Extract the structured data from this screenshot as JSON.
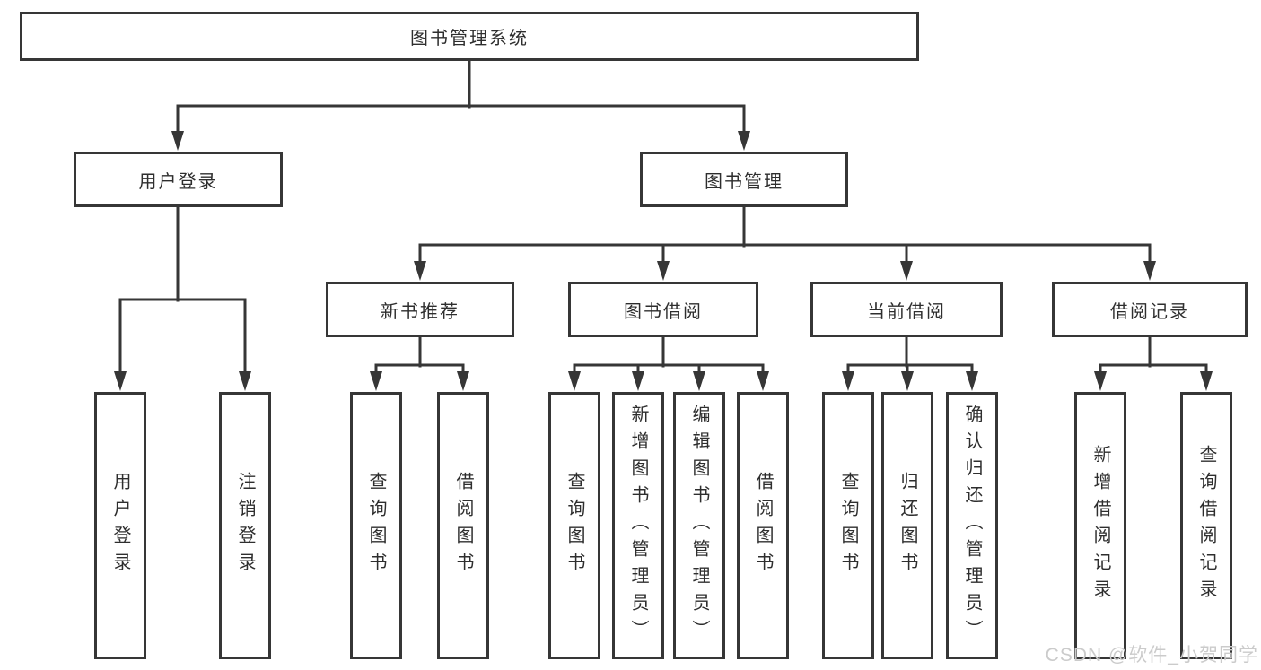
{
  "diagram_type": "hierarchy-tree",
  "nodes": {
    "root": {
      "label": "图书管理系统"
    },
    "user_login": {
      "label": "用户登录"
    },
    "book_mgmt": {
      "label": "图书管理"
    },
    "new_book_rec": {
      "label": "新书推荐"
    },
    "book_borrow": {
      "label": "图书借阅"
    },
    "current_borrow": {
      "label": "当前借阅"
    },
    "borrow_records": {
      "label": "借阅记录"
    },
    "leaf_a1_user_login": {
      "label": "用户登录"
    },
    "leaf_a2_logout": {
      "label": "注销登录"
    },
    "leaf_b1_query_books": {
      "label": "查询图书"
    },
    "leaf_b2_borrow_books": {
      "label": "借阅图书"
    },
    "leaf_c1_query_books": {
      "label": "查询图书"
    },
    "leaf_c2_add_books_admin": {
      "label": "新增图书（管理员）"
    },
    "leaf_c3_edit_books_admin": {
      "label": "编辑图书（管理员）"
    },
    "leaf_c4_borrow_books": {
      "label": "借阅图书"
    },
    "leaf_d1_query_books": {
      "label": "查询图书"
    },
    "leaf_d2_return_books": {
      "label": "归还图书"
    },
    "leaf_d3_confirm_return_admin": {
      "label": "确认归还（管理员）"
    },
    "leaf_e1_add_borrow_record": {
      "label": "新增借阅记录"
    },
    "leaf_e2_query_borrow_record": {
      "label": "查询借阅记录"
    }
  },
  "hierarchy": {
    "图书管理系统": {
      "用户登录": [
        "用户登录",
        "注销登录"
      ],
      "图书管理": {
        "新书推荐": [
          "查询图书",
          "借阅图书"
        ],
        "图书借阅": [
          "查询图书",
          "新增图书（管理员）",
          "编辑图书（管理员）",
          "借阅图书"
        ],
        "当前借阅": [
          "查询图书",
          "归还图书",
          "确认归还（管理员）"
        ],
        "借阅记录": [
          "新增借阅记录",
          "查询借阅记录"
        ]
      }
    }
  },
  "watermark": {
    "text": "CSDN @软件_小贺同学"
  },
  "colors": {
    "background": "#ffffff",
    "box_border": "#363636",
    "connector_line": "#363636",
    "text": "#2e2e2e",
    "watermark": "#cbcbcb"
  }
}
